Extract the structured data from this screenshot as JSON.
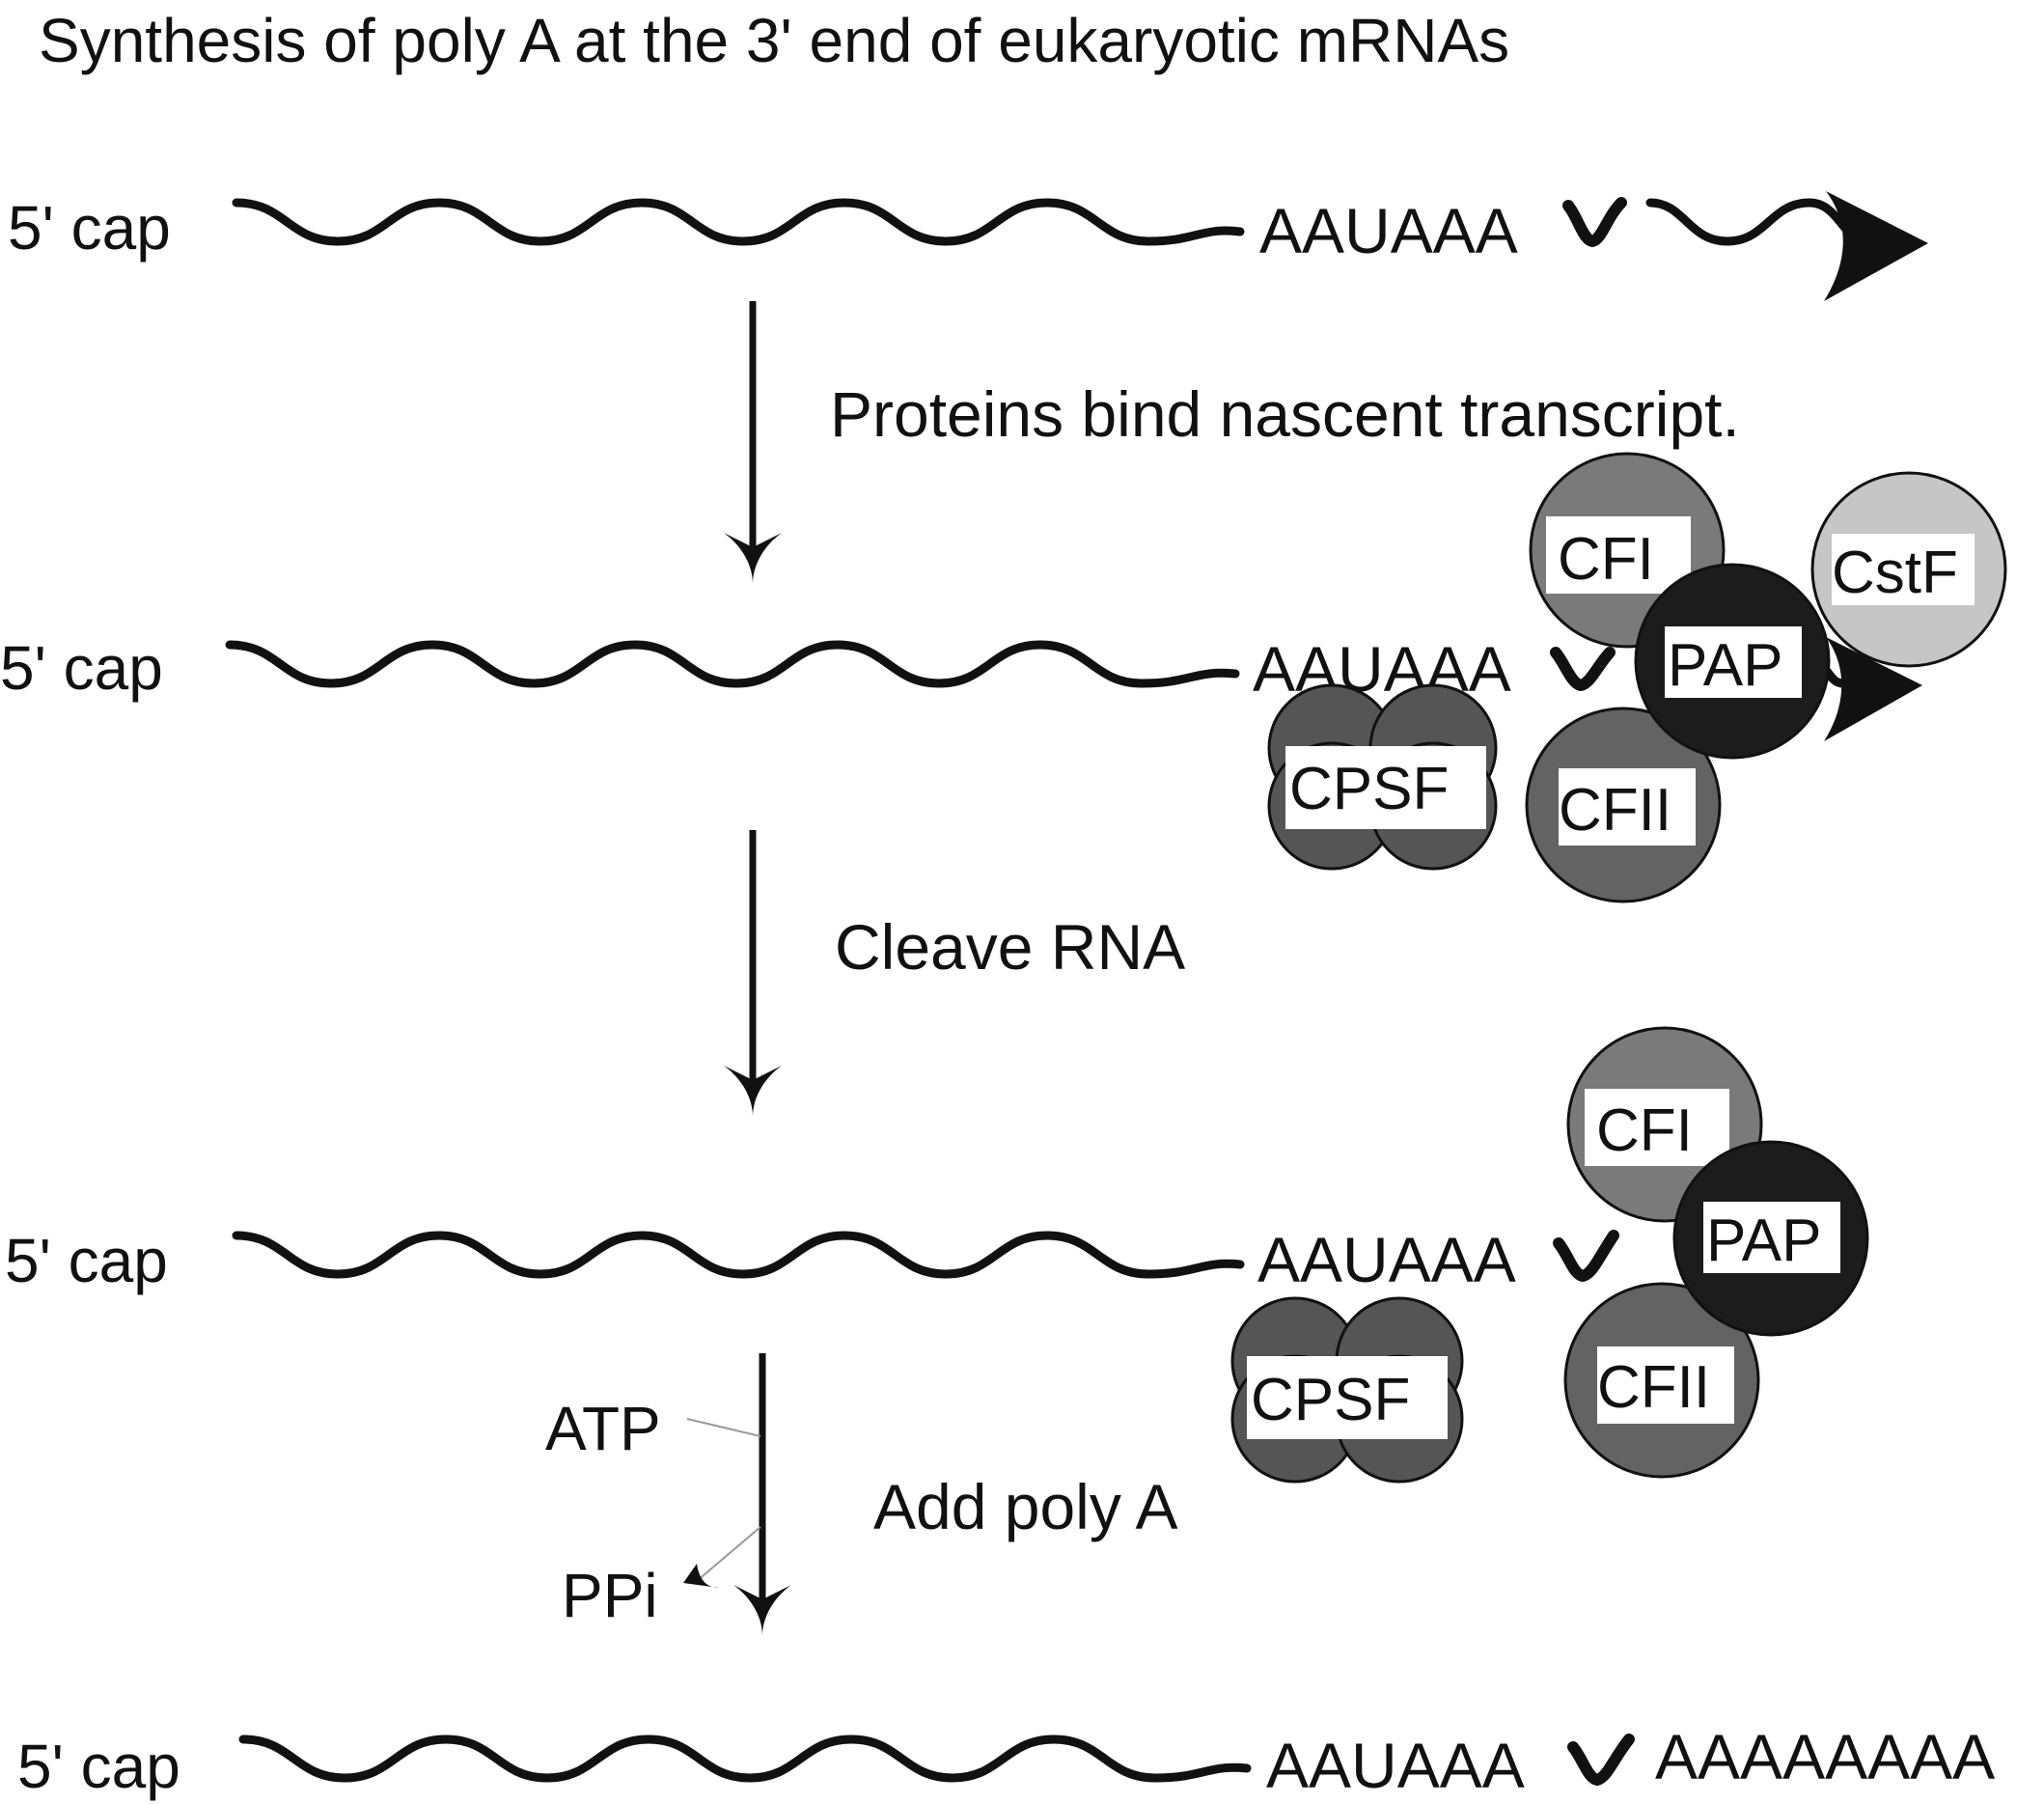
{
  "title": "Synthesis of poly A at the 3' end of eukaryotic mRNAs",
  "rows": [
    {
      "cap": "5' cap",
      "signal": "AAUAAA"
    },
    {
      "cap": "5' cap",
      "signal": "AAUAAA"
    },
    {
      "cap": "5' cap",
      "signal": "AAUAAA"
    },
    {
      "cap": "5' cap",
      "signal": "AAUAAA",
      "poly_a_tail": "AAAAAAAA"
    }
  ],
  "steps": {
    "bind": "Proteins bind nascent transcript.",
    "cleave": "Cleave RNA",
    "add": "Add poly A",
    "atp": "ATP",
    "ppi": "PPi"
  },
  "proteins": {
    "cfi": "CFI",
    "cfii": "CFII",
    "cstf": "CstF",
    "pap": "PAP",
    "cpsf": "CPSF"
  },
  "colors": {
    "cfi": "#7a7a7a",
    "cfii": "#636363",
    "cstf": "#c6c6c6",
    "pap": "#1c1c1c",
    "cpsf": "#555555",
    "ink": "#111111"
  }
}
